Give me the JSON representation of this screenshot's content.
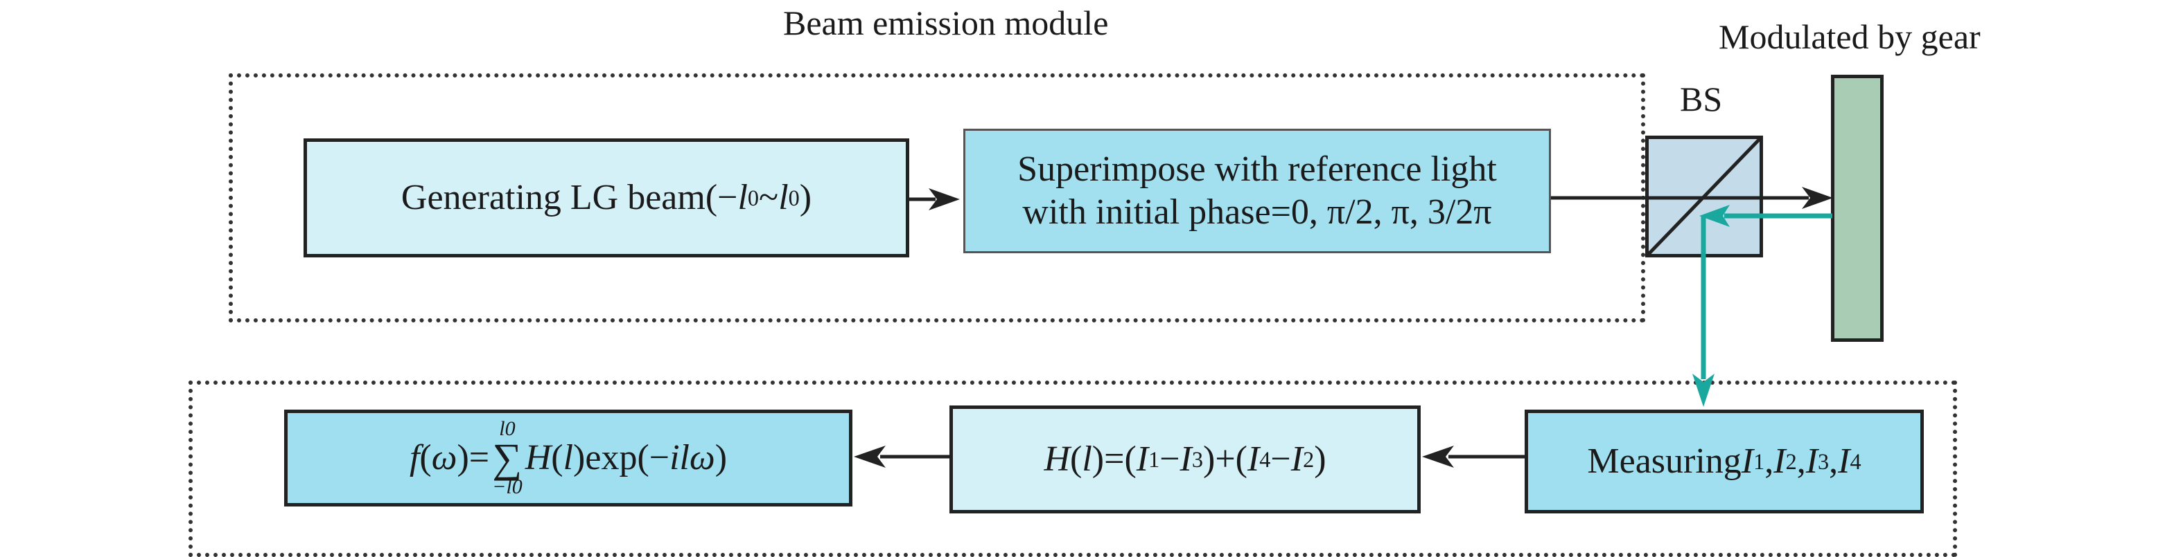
{
  "module_title": "Beam emission module",
  "gear_label": "Modulated by gear",
  "bs_label": "BS",
  "boxes": {
    "generate": {
      "text": "Generating LG beam(",
      "minus": "−",
      "l": "l",
      "sub": "0",
      "tilde": "~",
      "close": ")"
    },
    "superimpose": {
      "line1": "Superimpose with reference light",
      "line2": "with initial phase=0, π/2, π, 3/2π"
    },
    "measure": {
      "text": "Measuring ",
      "vars": [
        "I",
        "1",
        ",",
        "I",
        "2",
        ",",
        "I",
        "3",
        ",",
        "I",
        "4"
      ]
    },
    "h_formula": {
      "h": "H",
      "l": "l",
      "eq": ")=(",
      "i1": "I",
      "s1": "1",
      "minus": "−",
      "i3": "I",
      "s3": "3",
      "mid": ")+(",
      "i4": "I",
      "s4": "4",
      "i2": "I",
      "s2": "2",
      "end": ")"
    },
    "f_formula": {
      "f": "f",
      "omega": "ω",
      "eq": ")=",
      "upper": "l0",
      "lower": "−l0",
      "sigma": "∑",
      "h": "H",
      "l": "l",
      "exp": ")exp(−",
      "il": "il",
      "end": ")"
    }
  },
  "colors": {
    "arrow_teal": "#1aa89e",
    "gear": "#a9ccb4",
    "bs": "#c4dcea"
  }
}
